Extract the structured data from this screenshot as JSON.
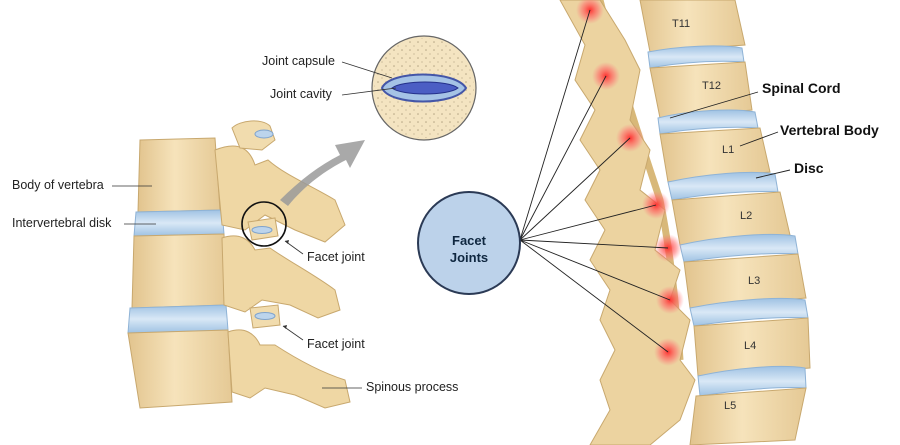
{
  "left_panel": {
    "labels": {
      "body_of_vertebra": "Body of vertebra",
      "intervertebral_disk": "Intervertebral disk",
      "facet_joint_1": "Facet joint",
      "facet_joint_2": "Facet joint",
      "spinous_process": "Spinous process"
    }
  },
  "inset": {
    "labels": {
      "joint_capsule": "Joint capsule",
      "joint_cavity": "Joint cavity"
    }
  },
  "right_panel": {
    "vertebrae": [
      "T11",
      "T12",
      "L1",
      "L2",
      "L3",
      "L4",
      "L5"
    ],
    "labels": {
      "spinal_cord": "Spinal Cord",
      "vertebral_body": "Vertebral Body",
      "disc": "Disc"
    },
    "circle_label": {
      "line1": "Facet",
      "line2": "Joints"
    }
  },
  "colors": {
    "bone": "#f1dcae",
    "bone_shadow": "#d9bd86",
    "disc": "#b9d4ec",
    "disc_edge": "#8fb3d6",
    "inflammation": "#ff4a4a",
    "circle_fill": "#bcd2ea",
    "circle_stroke": "#2b3a55",
    "arrow": "#9a9a9a"
  }
}
